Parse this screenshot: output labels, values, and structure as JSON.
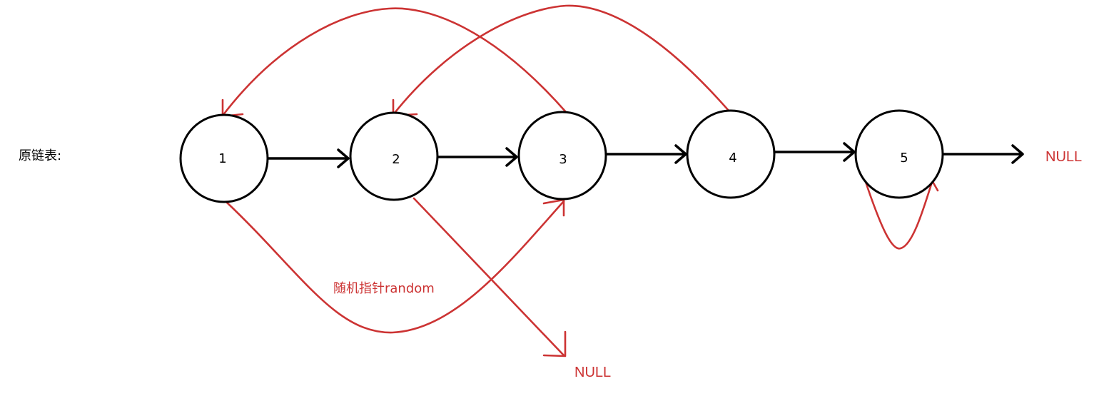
{
  "title": "原链表:",
  "nodes": [
    {
      "id": "1",
      "label": "1"
    },
    {
      "id": "2",
      "label": "2"
    },
    {
      "id": "3",
      "label": "3"
    },
    {
      "id": "4",
      "label": "4"
    },
    {
      "id": "5",
      "label": "5"
    }
  ],
  "next_edges": [
    {
      "from": "1",
      "to": "2"
    },
    {
      "from": "2",
      "to": "3"
    },
    {
      "from": "3",
      "to": "4"
    },
    {
      "from": "4",
      "to": "5"
    },
    {
      "from": "5",
      "to": "NULL"
    }
  ],
  "random_edges": [
    {
      "from": "1",
      "to": "3"
    },
    {
      "from": "2",
      "to": "NULL"
    },
    {
      "from": "3",
      "to": "1"
    },
    {
      "from": "4",
      "to": "2"
    },
    {
      "from": "5",
      "to": "5"
    }
  ],
  "labels": {
    "tail_null": "NULL",
    "random_null": "NULL",
    "random_pointer": "随机指针random"
  },
  "colors": {
    "next_edge": "#000000",
    "random_edge": "#cc3333",
    "node_stroke": "#000000"
  }
}
